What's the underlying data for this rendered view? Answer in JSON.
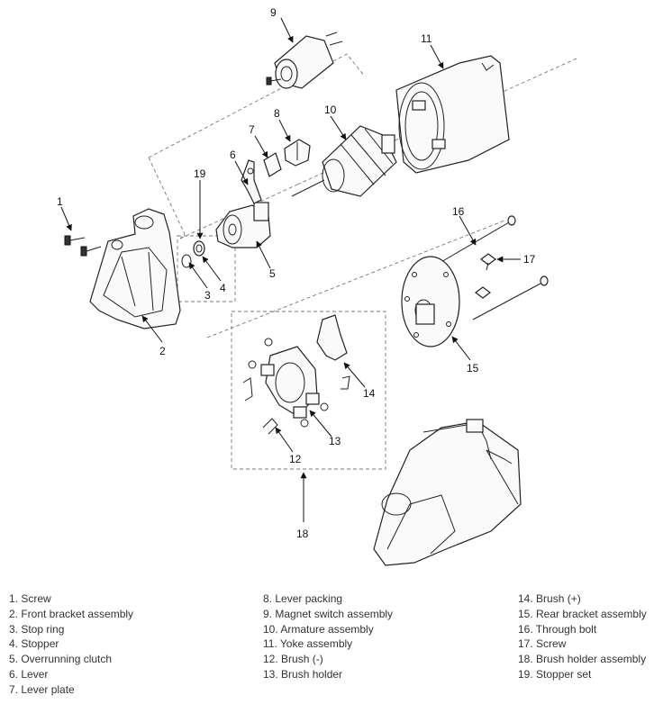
{
  "callouts": [
    "1",
    "2",
    "3",
    "4",
    "5",
    "6",
    "7",
    "8",
    "9",
    "10",
    "11",
    "12",
    "13",
    "14",
    "15",
    "16",
    "17",
    "18",
    "19"
  ],
  "legend": {
    "col1": [
      "1. Screw",
      "2. Front bracket assembly",
      "3. Stop ring",
      "4. Stopper",
      "5. Overrunning clutch",
      "6. Lever",
      "7. Lever plate"
    ],
    "col2": [
      "8. Lever packing",
      "9. Magnet switch assembly",
      "10. Armature assembly",
      "11. Yoke assembly",
      "12. Brush (-)",
      "13. Brush holder"
    ],
    "col3": [
      "14. Brush (+)",
      "15. Rear bracket assembly",
      "16. Through bolt",
      "17. Screw",
      "18. Brush holder assembly",
      "19. Stopper set"
    ]
  }
}
